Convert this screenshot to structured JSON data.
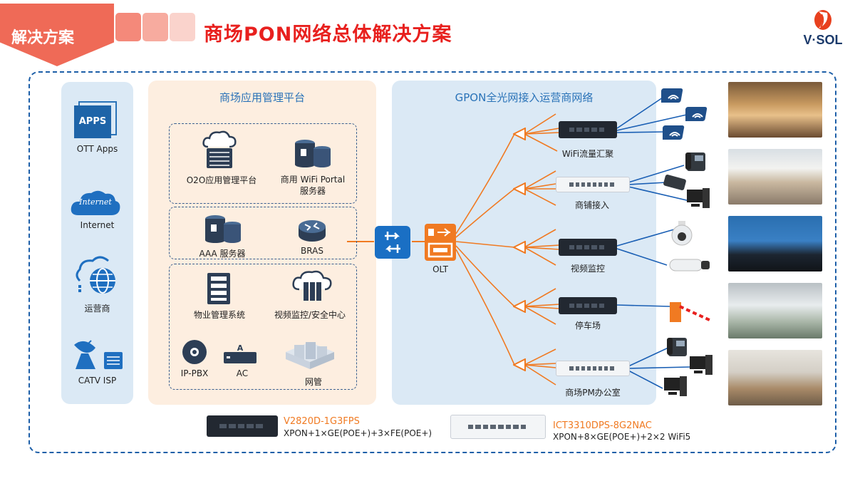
{
  "header": {
    "section_tag": "解决方案",
    "title": "商场PON网络总体解决方案",
    "logo_text": "V·SOL"
  },
  "left_column": {
    "items": [
      {
        "label": "OTT Apps",
        "icon_text": "APPS"
      },
      {
        "label": "Internet",
        "icon_text": "Internet"
      },
      {
        "label": "运营商",
        "icon_text": ""
      },
      {
        "label": "CATV ISP",
        "icon_text": ""
      }
    ]
  },
  "platform": {
    "title": "商场应用管理平台",
    "o2o": "O2O应用管理平台",
    "wifi_portal_line1": "商用 WiFi Portal",
    "wifi_portal_line2": "服务器",
    "aaa": "AAA 服务器",
    "bras": "BRAS",
    "property": "物业管理系统",
    "video_center": "视频监控/安全中心",
    "ippbx": "IP-PBX",
    "ac": "AC",
    "nms": "网管"
  },
  "gpon": {
    "title": "GPON全光网接入运营商网络",
    "olt": "OLT",
    "onus": [
      {
        "label": "WiFi流量汇聚"
      },
      {
        "label": "商铺接入"
      },
      {
        "label": "视频监控"
      },
      {
        "label": "停车场"
      },
      {
        "label": "商场PM办公室"
      }
    ]
  },
  "products": [
    {
      "model": "V2820D-1G3FPS",
      "spec": "XPON+1×GE(POE+)+3×FE(POE+)"
    },
    {
      "model": "ICT3310DPS-8G2NAC",
      "spec": "XPON+8×GE(POE+)+2×2 WiFi5"
    }
  ],
  "colors": {
    "accent_red": "#e8201e",
    "tag_bg": "#ef6a57",
    "frame_blue": "#1d5fa8",
    "fiber_orange": "#f07a22",
    "link_blue": "#1a5fb4",
    "panel_peach": "#fdeee0",
    "panel_blue": "#dbe9f5"
  }
}
